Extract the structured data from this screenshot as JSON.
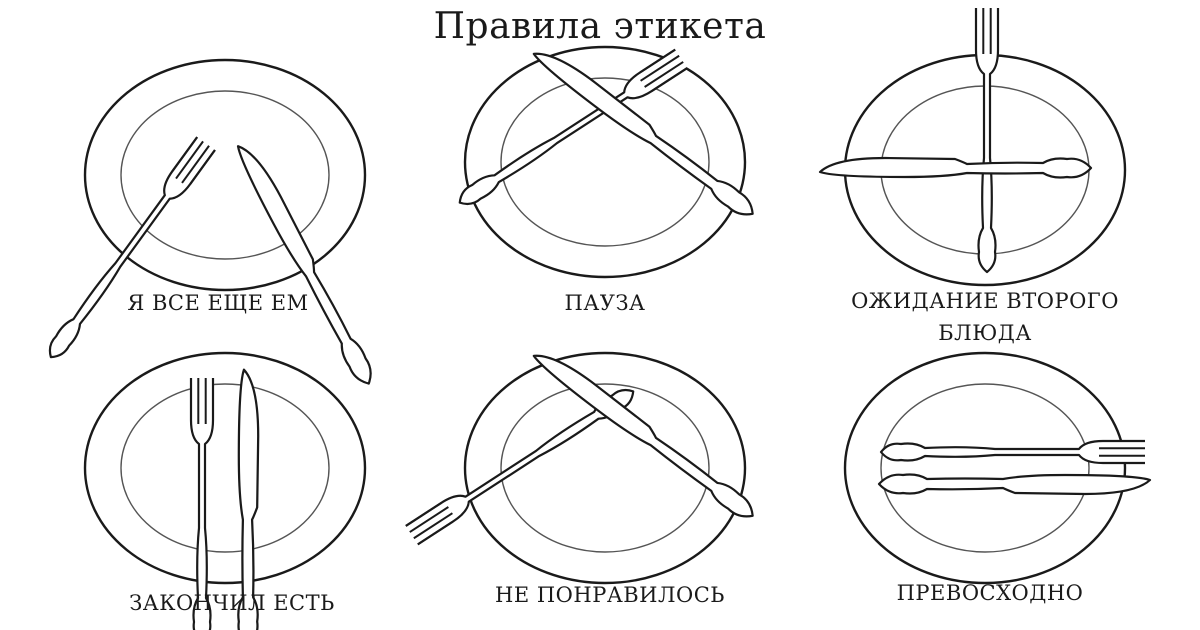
{
  "title": "Правила этикета",
  "colors": {
    "ink": "#1a1a1a",
    "paper": "#ffffff"
  },
  "panels": [
    {
      "label_lines": [
        "Я ВСЕ ЕЩЕ ЕМ"
      ],
      "fork_icon": "fork-icon",
      "knife_icon": "knife-icon"
    },
    {
      "label_lines": [
        "ПАУЗА"
      ],
      "fork_icon": "fork-icon",
      "knife_icon": "knife-icon"
    },
    {
      "label_lines": [
        "ОЖИДАНИЕ ВТОРОГО",
        "БЛЮДА"
      ],
      "fork_icon": "fork-icon",
      "knife_icon": "knife-icon"
    },
    {
      "label_lines": [
        "ЗАКОНЧИЛ ЕСТЬ"
      ],
      "fork_icon": "fork-icon",
      "knife_icon": "knife-icon"
    },
    {
      "label_lines": [
        "НЕ ПОНРАВИЛОСЬ"
      ],
      "fork_icon": "fork-icon",
      "knife_icon": "knife-icon"
    },
    {
      "label_lines": [
        "ПРЕВОСХОДНО"
      ],
      "fork_icon": "fork-icon",
      "knife_icon": "knife-icon"
    }
  ]
}
